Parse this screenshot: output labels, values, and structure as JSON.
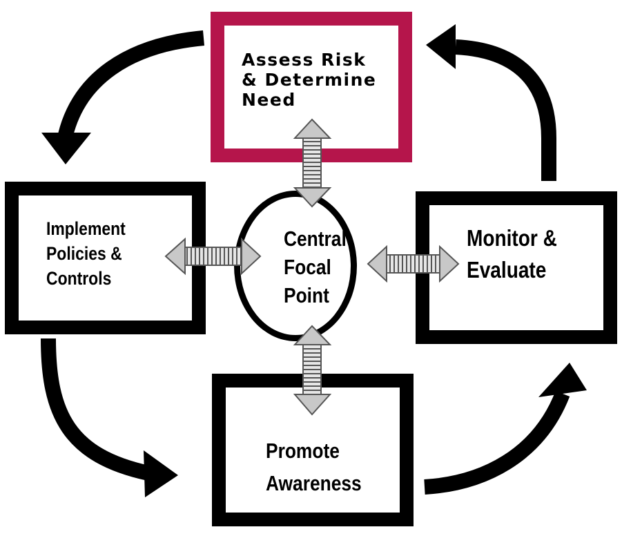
{
  "diagram": {
    "nodes": {
      "assess": {
        "label": "Assess Risk\n& Determine\nNeed",
        "border_color": "#b5154b"
      },
      "implement": {
        "label": "Implement\nPolicies &\nControls",
        "border_color": "#000000"
      },
      "monitor": {
        "label": "Monitor &\nEvaluate",
        "border_color": "#000000"
      },
      "promote": {
        "label": "Promote\nAwareness",
        "border_color": "#000000"
      },
      "center": {
        "label": "Central\nFocal\nPoint"
      }
    },
    "cycle": [
      "assess",
      "implement",
      "promote",
      "monitor"
    ],
    "connectors": [
      "assess",
      "implement",
      "monitor",
      "promote"
    ],
    "colors": {
      "accent": "#b5154b",
      "ink": "#000000",
      "connector_fill": "#c8c8c8",
      "connector_outline": "#555555"
    }
  }
}
